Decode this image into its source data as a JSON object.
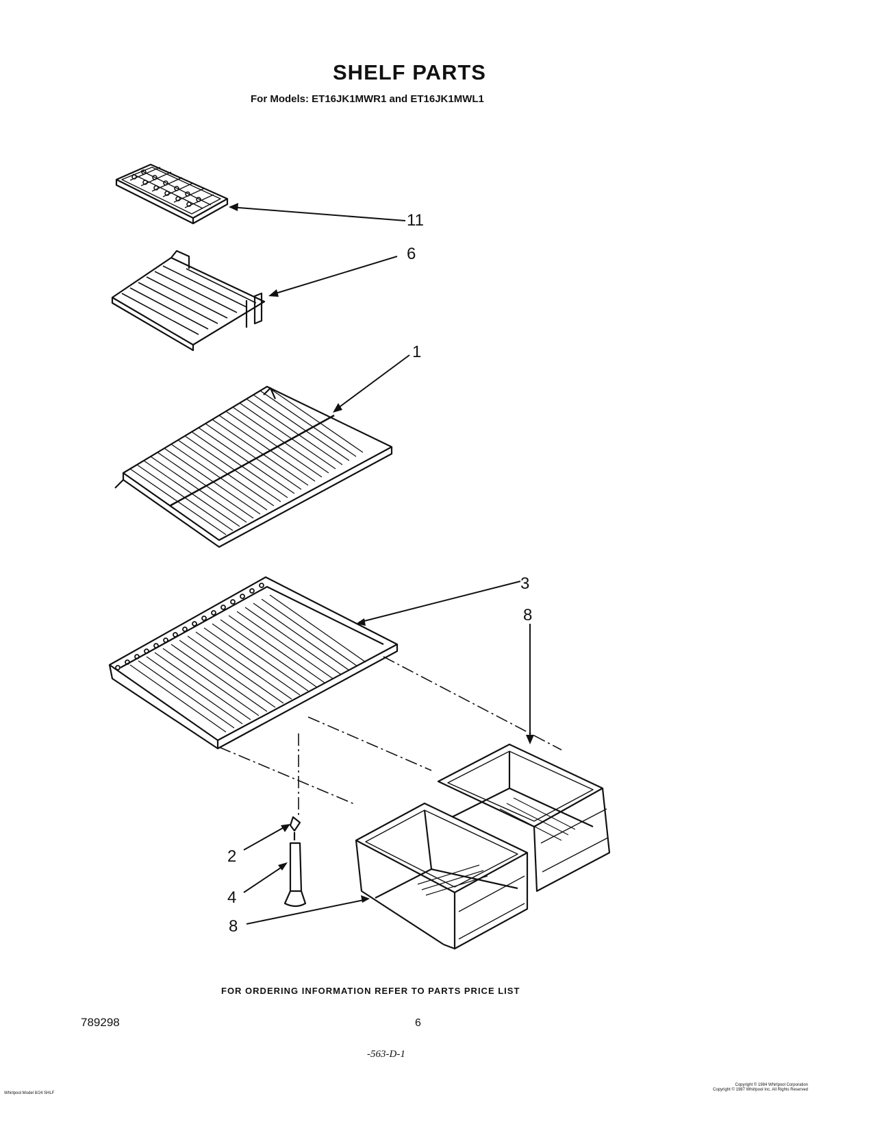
{
  "header": {
    "title": "SHELF PARTS",
    "subtitle": "For Models: ET16JK1MWR1 and ET16JK1MWL1"
  },
  "callouts": [
    {
      "id": "c11",
      "label": "11"
    },
    {
      "id": "c6",
      "label": "6"
    },
    {
      "id": "c1",
      "label": "1"
    },
    {
      "id": "c3",
      "label": "3"
    },
    {
      "id": "c8a",
      "label": "8"
    },
    {
      "id": "c2",
      "label": "2"
    },
    {
      "id": "c4",
      "label": "4"
    },
    {
      "id": "c8b",
      "label": "8"
    }
  ],
  "parts": {
    "ice_tray": "ice-cube-tray",
    "wire_rack": "wire-rack",
    "wire_shelf": "wire-shelf",
    "crisper_cover": "crisper-cover-shelf",
    "crisper_drawers": "crisper-drawers",
    "support_rod": "support-rod"
  },
  "footer": {
    "ordering_note": "FOR ORDERING INFORMATION REFER TO PARTS PRICE LIST",
    "doc_number": "789298",
    "page_number": "6",
    "handwritten": "-563-D-1",
    "small_left": "Whirlpool Model 8/24 SHLF",
    "small_right_1": "Copyright © 1984 Whirlpool Corporation",
    "small_right_2": "Copyright © 1987 Whirlpool Inc. All Rights Reserved"
  }
}
